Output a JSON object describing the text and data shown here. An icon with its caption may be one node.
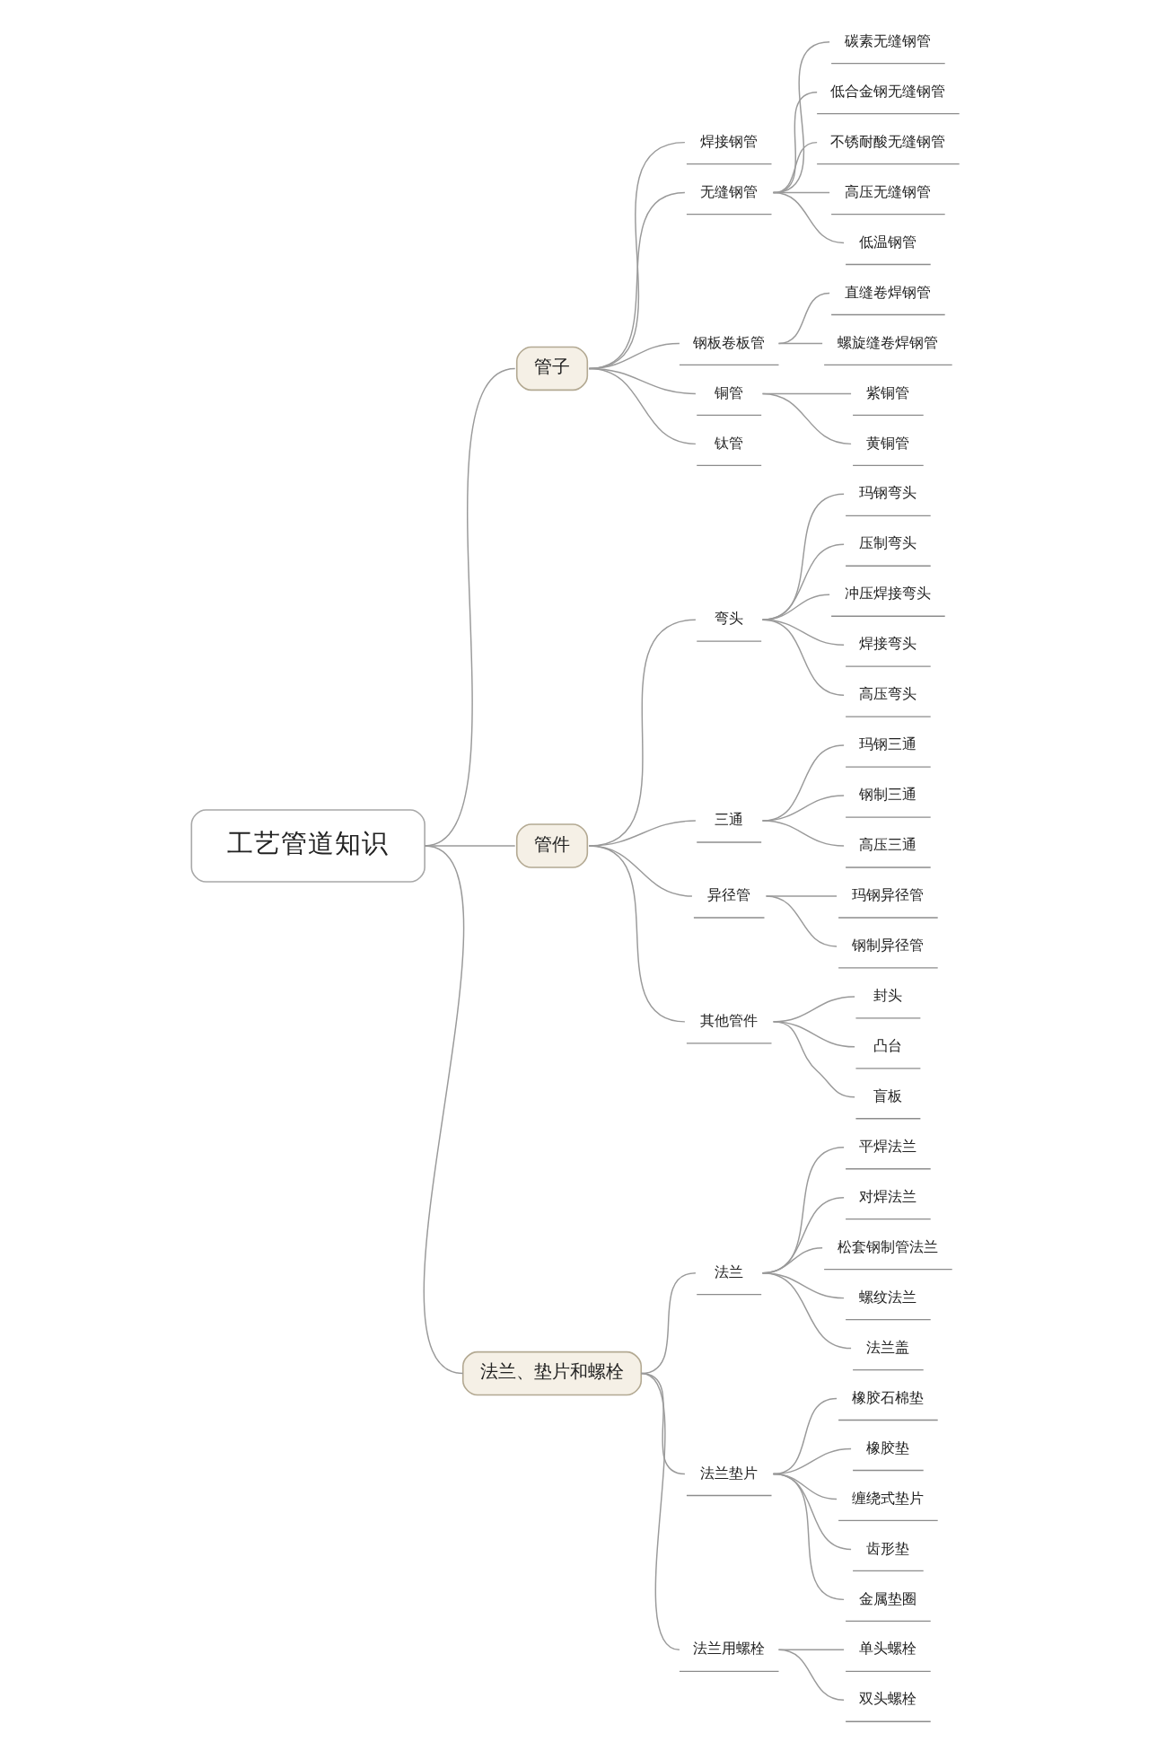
{
  "diagram": {
    "nodes": [
      {
        "text": [
          "工艺管道知识"
        ]
      },
      {
        "text": [
          "管子"
        ]
      },
      {
        "text": [
          "焊接钢管"
        ]
      },
      {
        "text": [
          "无缝钢管"
        ]
      },
      {
        "text": [
          "碳素无缝钢管"
        ]
      },
      {
        "text": [
          "低合金钢无缝钢管"
        ]
      },
      {
        "text": [
          "不锈耐酸无缝钢管"
        ]
      },
      {
        "text": [
          "高压无缝钢管"
        ]
      },
      {
        "text": [
          "低温钢管"
        ]
      },
      {
        "text": [
          "钢板卷板管"
        ]
      },
      {
        "text": [
          "直缝卷焊钢管"
        ]
      },
      {
        "text": [
          "螺旋缝卷焊钢管"
        ]
      },
      {
        "text": [
          "铜管"
        ]
      },
      {
        "text": [
          "紫铜管"
        ]
      },
      {
        "text": [
          "黄铜管"
        ]
      },
      {
        "text": [
          "钛管"
        ]
      },
      {
        "text": [
          "管件"
        ]
      },
      {
        "text": [
          "弯头"
        ]
      },
      {
        "text": [
          "玛钢弯头"
        ]
      },
      {
        "text": [
          "压制弯头"
        ]
      },
      {
        "text": [
          "冲压焊接弯头"
        ]
      },
      {
        "text": [
          "焊接弯头"
        ]
      },
      {
        "text": [
          "高压弯头"
        ]
      },
      {
        "text": [
          "三通"
        ]
      },
      {
        "text": [
          "玛钢三通"
        ]
      },
      {
        "text": [
          "钢制三通"
        ]
      },
      {
        "text": [
          "高压三通"
        ]
      },
      {
        "text": [
          "异径管"
        ]
      },
      {
        "text": [
          "玛钢异径管"
        ]
      },
      {
        "text": [
          "钢制异径管"
        ]
      },
      {
        "text": [
          "其他管件"
        ]
      },
      {
        "text": [
          "封头"
        ]
      },
      {
        "text": [
          "凸台"
        ]
      },
      {
        "text": [
          "盲板"
        ]
      },
      {
        "text": [
          "法兰、垫片和螺栓"
        ]
      },
      {
        "text": [
          "法兰"
        ]
      },
      {
        "text": [
          "平焊法兰"
        ]
      },
      {
        "text": [
          "对焊法兰"
        ]
      },
      {
        "text": [
          "松套钢制管法兰"
        ]
      },
      {
        "text": [
          "螺纹法兰"
        ]
      },
      {
        "text": [
          "法兰盖"
        ]
      },
      {
        "text": [
          "法兰垫片"
        ]
      },
      {
        "text": [
          "橡胶石棉垫"
        ]
      },
      {
        "text": [
          "橡胶垫"
        ]
      },
      {
        "text": [
          "缠绕式垫片"
        ]
      },
      {
        "text": [
          "齿形垫"
        ]
      },
      {
        "text": [
          "金属垫圈"
        ]
      },
      {
        "text": [
          "法兰用螺栓"
        ]
      },
      {
        "text": [
          "单头螺栓"
        ]
      },
      {
        "text": [
          "双头螺栓"
        ]
      }
    ],
    "edges": [
      {
        "from": 0,
        "to": 1,
        "arrow": "none"
      },
      {
        "from": 1,
        "to": 2,
        "arrow": "none"
      },
      {
        "from": 1,
        "to": 3,
        "arrow": "none"
      },
      {
        "from": 3,
        "to": 4,
        "arrow": "none"
      },
      {
        "from": 3,
        "to": 5,
        "arrow": "none"
      },
      {
        "from": 3,
        "to": 6,
        "arrow": "none"
      },
      {
        "from": 3,
        "to": 7,
        "arrow": "none"
      },
      {
        "from": 3,
        "to": 8,
        "arrow": "none"
      },
      {
        "from": 1,
        "to": 9,
        "arrow": "none"
      },
      {
        "from": 9,
        "to": 10,
        "arrow": "none"
      },
      {
        "from": 9,
        "to": 11,
        "arrow": "none"
      },
      {
        "from": 1,
        "to": 12,
        "arrow": "none"
      },
      {
        "from": 12,
        "to": 13,
        "arrow": "none"
      },
      {
        "from": 12,
        "to": 14,
        "arrow": "none"
      },
      {
        "from": 1,
        "to": 15,
        "arrow": "none"
      },
      {
        "from": 0,
        "to": 16,
        "arrow": "none"
      },
      {
        "from": 16,
        "to": 17,
        "arrow": "none"
      },
      {
        "from": 17,
        "to": 18,
        "arrow": "none"
      },
      {
        "from": 17,
        "to": 19,
        "arrow": "none"
      },
      {
        "from": 17,
        "to": 20,
        "arrow": "none"
      },
      {
        "from": 17,
        "to": 21,
        "arrow": "none"
      },
      {
        "from": 17,
        "to": 22,
        "arrow": "none"
      },
      {
        "from": 16,
        "to": 23,
        "arrow": "none"
      },
      {
        "from": 23,
        "to": 24,
        "arrow": "none"
      },
      {
        "from": 23,
        "to": 25,
        "arrow": "none"
      },
      {
        "from": 23,
        "to": 26,
        "arrow": "none"
      },
      {
        "from": 16,
        "to": 27,
        "arrow": "none"
      },
      {
        "from": 27,
        "to": 28,
        "arrow": "none"
      },
      {
        "from": 27,
        "to": 29,
        "arrow": "none"
      },
      {
        "from": 16,
        "to": 30,
        "arrow": "none"
      },
      {
        "from": 30,
        "to": 31,
        "arrow": "none"
      },
      {
        "from": 30,
        "to": 32,
        "arrow": "none"
      },
      {
        "from": 30,
        "to": 33,
        "arrow": "none"
      },
      {
        "from": 0,
        "to": 34,
        "arrow": "none"
      },
      {
        "from": 34,
        "to": 35,
        "arrow": "none"
      },
      {
        "from": 35,
        "to": 36,
        "arrow": "none"
      },
      {
        "from": 35,
        "to": 37,
        "arrow": "none"
      },
      {
        "from": 35,
        "to": 38,
        "arrow": "none"
      },
      {
        "from": 35,
        "to": 39,
        "arrow": "none"
      },
      {
        "from": 35,
        "to": 40,
        "arrow": "none"
      },
      {
        "from": 34,
        "to": 41,
        "arrow": "none"
      },
      {
        "from": 41,
        "to": 42,
        "arrow": "none"
      },
      {
        "from": 41,
        "to": 43,
        "arrow": "none"
      },
      {
        "from": 41,
        "to": 44,
        "arrow": "none"
      },
      {
        "from": 41,
        "to": 45,
        "arrow": "none"
      },
      {
        "from": 41,
        "to": 46,
        "arrow": "none"
      },
      {
        "from": 34,
        "to": 47,
        "arrow": "none"
      },
      {
        "from": 47,
        "to": 48,
        "arrow": "none"
      },
      {
        "from": 47,
        "to": 49,
        "arrow": "none"
      }
    ]
  }
}
